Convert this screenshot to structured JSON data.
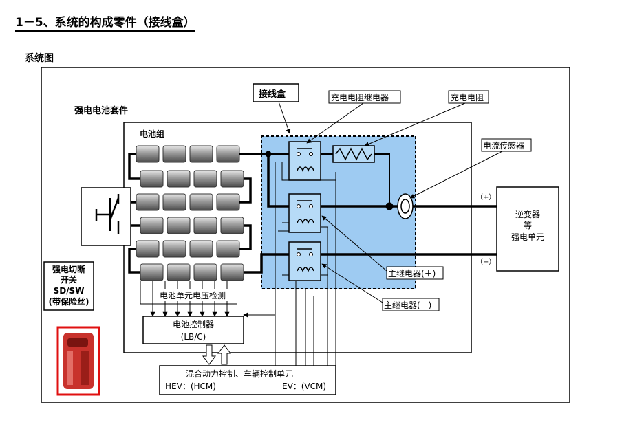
{
  "page": {
    "title": "1－5、系统的构成零件（接线盒）",
    "subtitle": "系统图"
  },
  "diagram": {
    "battery_kit": "强电电池套件",
    "battery_pack": "电池组",
    "junction_box": "接线盒",
    "charge_resistor_relay": "充电电阻继电器",
    "charge_resistor": "充电电阻",
    "current_sensor": "电流传感器",
    "main_relay_plus": "主继电器(＋)",
    "main_relay_minus": "主继电器(－)",
    "plus_sign": "（+）",
    "minus_sign": "（−）",
    "inverter": {
      "line1": "逆变器",
      "line2": "等",
      "line3": "强电单元"
    },
    "sd_switch": {
      "line1": "强电切断",
      "line2": "开关",
      "line3": "SD/SW",
      "line4": "(带保险丝)"
    },
    "voltage_detect": "电池单元电压检测",
    "battery_controller": {
      "line1": "电池控制器",
      "line2": "(LB/C)"
    },
    "vehicle_control": {
      "line1": "混合动力控制、车辆控制单元",
      "hev": "HEV：(HCM)",
      "ev": "EV：(VCM)"
    }
  }
}
